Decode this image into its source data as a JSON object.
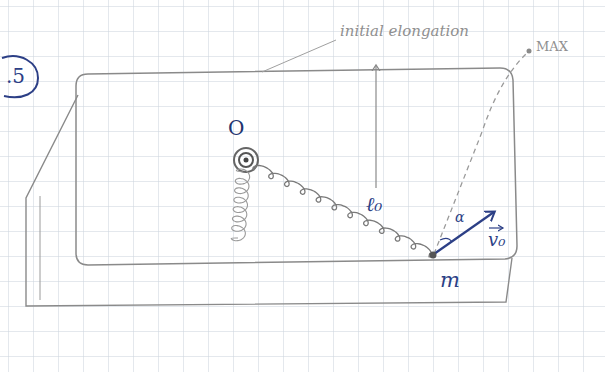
{
  "diagram": {
    "labels": [
      ".5",
      "initial elongation",
      "MAX",
      "O",
      "ℓ₀",
      "α",
      "v₀",
      "m"
    ]
  }
}
